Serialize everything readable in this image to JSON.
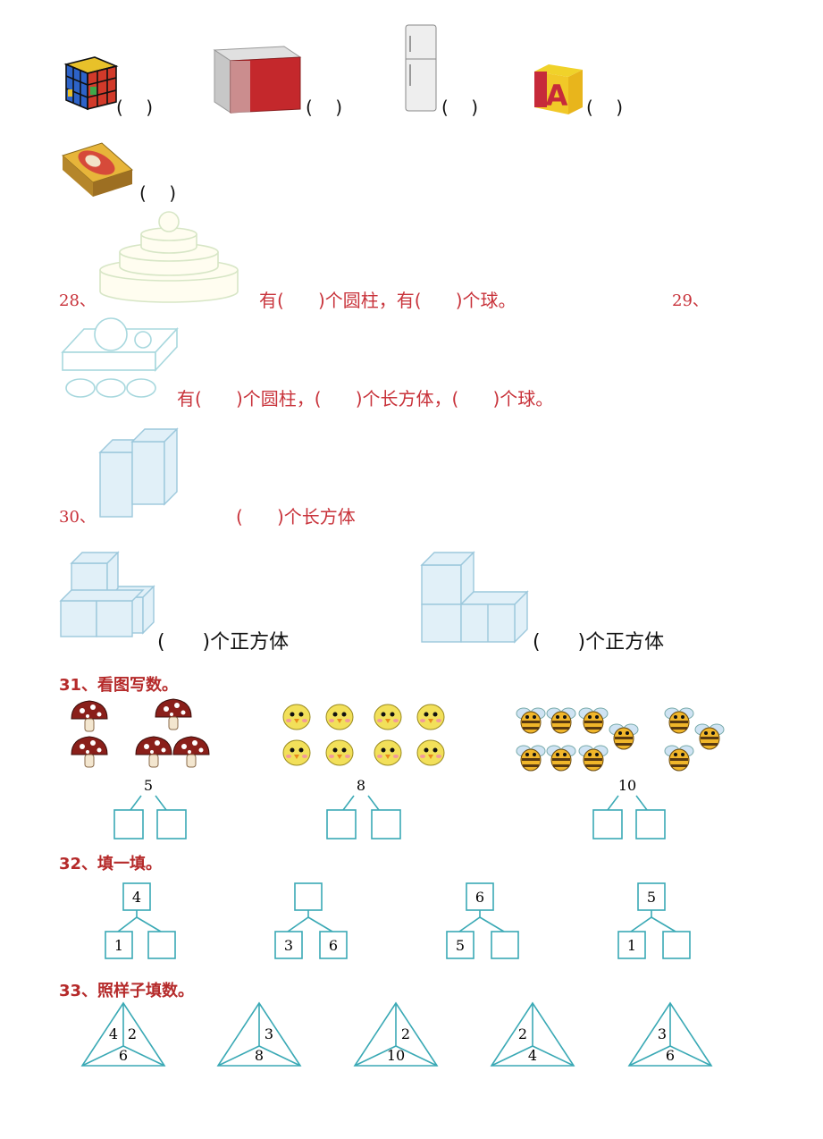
{
  "objects_row": {
    "items": [
      {
        "icon": "rubiks-cube",
        "paren": "(    )"
      },
      {
        "icon": "red-box",
        "paren": "(    )"
      },
      {
        "icon": "refrigerator",
        "paren": "(    )"
      },
      {
        "icon": "letter-block",
        "paren": "(    )",
        "letter": "A"
      },
      {
        "icon": "gift-box",
        "paren": "(    )"
      }
    ]
  },
  "q28": {
    "num": "28、",
    "text": "有(      )个圆柱，有(      )个球。"
  },
  "q29": {
    "num": "29、",
    "text": "有(      )个圆柱，(      )个长方体，(      )个球。"
  },
  "q30": {
    "num": "30、",
    "text": "(      )个长方体",
    "cube_a": "(      )个正方体",
    "cube_b": "(      )个正方体"
  },
  "q31": {
    "title": "31、看图写数。",
    "groups": [
      {
        "total": "5",
        "icon": "mushroom"
      },
      {
        "total": "8",
        "icon": "chick"
      },
      {
        "total": "10",
        "icon": "bee"
      }
    ]
  },
  "q32": {
    "title": "32、填一填。",
    "trees": [
      {
        "top": "4",
        "left": "1",
        "right": ""
      },
      {
        "top": "",
        "left": "3",
        "right": "6"
      },
      {
        "top": "6",
        "left": "5",
        "right": ""
      },
      {
        "top": "5",
        "left": "1",
        "right": ""
      }
    ]
  },
  "q33": {
    "title": "33、照样子填数。",
    "triangles": [
      {
        "left": "4",
        "right": "2",
        "bottom": "6"
      },
      {
        "left": "",
        "right": "3",
        "bottom": "8"
      },
      {
        "left": "",
        "right": "2",
        "bottom": "10"
      },
      {
        "left": "2",
        "right": "",
        "bottom": "4"
      },
      {
        "left": "",
        "right": "3",
        "bottom": "6"
      }
    ]
  },
  "colors": {
    "accent_red": "#c8323a",
    "title_red": "#b52a2a",
    "teal": "#3aa9b5",
    "pale_blue": "#dcedf6"
  }
}
